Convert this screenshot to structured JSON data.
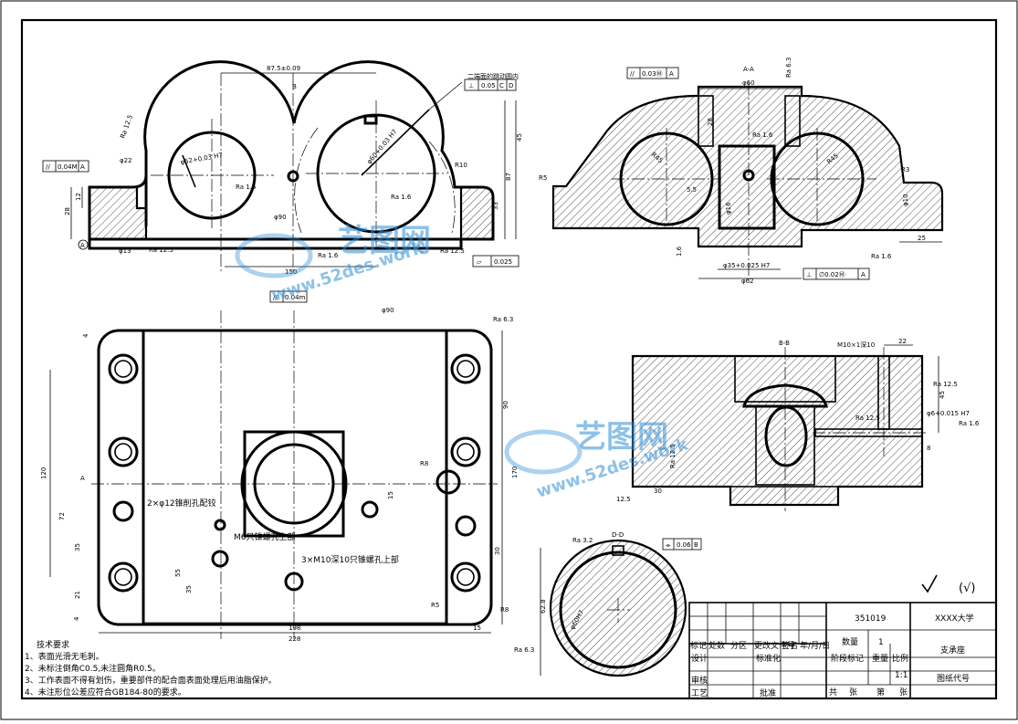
{
  "views": {
    "section_aa": "A-A",
    "section_bb": "B-B",
    "section_dd": "D-D"
  },
  "dimensions": {
    "front": [
      "87.5±0.09",
      "45",
      "87",
      "33",
      "28",
      "12",
      "φ22",
      "φ13",
      "R10",
      "φ90",
      "150",
      "0.025"
    ],
    "front_bores": [
      "φ52+0.03 H7",
      "φ60+0.03 H7"
    ],
    "aa": [
      "φ60",
      "28",
      "R45",
      "R45",
      "5.5",
      "φ16",
      "R3",
      "φ10",
      "25",
      "φ35+0.025 H7",
      "φ62",
      "1.6",
      "R5"
    ],
    "plan": [
      "228",
      "198",
      "170",
      "120",
      "90",
      "72",
      "55",
      "35",
      "35",
      "30",
      "21",
      "15",
      "15",
      "4",
      "4",
      "R8",
      "R5",
      "R8",
      "φ90"
    ],
    "bb": [
      "M10×1深10",
      "22",
      "45",
      "φ6+0.015 H7",
      "30",
      "12.5",
      "8"
    ],
    "dd": [
      "62.8",
      "φ60H7"
    ]
  },
  "roughness": [
    "Ra 6.3",
    "Ra 12.5",
    "Ra 1.6",
    "Ra 3.2"
  ],
  "tolerance_frames": {
    "front_top": [
      "⊥",
      "0.05",
      "C",
      "D"
    ],
    "front_left": [
      "//",
      "0.04M",
      "A"
    ],
    "front_flat": [
      "▱",
      "0.025"
    ],
    "aa_top": [
      "//",
      "0.03Ⓜ",
      "A"
    ],
    "aa_bottom": [
      "⊥",
      "∅0.02Ⓜ",
      "A"
    ],
    "plan": [
      "//",
      "0.04m"
    ],
    "dd": [
      "⌯",
      "0.06",
      "B"
    ]
  },
  "annotations": {
    "front_note": "二端面的跳动圆内",
    "plan_hole_1": "2×φ12锥削孔配铰",
    "plan_hole_2": "M6只锥螺孔上部",
    "plan_hole_3": "3×M10深10只锥螺孔上部",
    "datum_a": "A",
    "datum_b": "B"
  },
  "tech_requirements": {
    "title": "技术要求",
    "items": [
      "1、表面光滑无毛刺。",
      "2、未标注倒角C0.5,未注圆角R0.5。",
      "3、工作表面不得有划伤，重要部件的配合面表面处理后用油脂保护。",
      "4、未注形位公差应符合GB184-80的要求。"
    ]
  },
  "surface_mark": "(√)",
  "title_block": {
    "drawing_code": "351019",
    "school": "XXXX大学",
    "part_name": "支承座",
    "quantity_label": "数量",
    "quantity": "1",
    "stage_label": "阶段标记",
    "weight_label": "重量",
    "scale_label": "比例",
    "scale": "1:1",
    "drawing_no_label": "图纸代号",
    "total_label": "共",
    "sheet_label": "张",
    "page_label": "第",
    "row_labels": [
      "标记",
      "处数",
      "分区",
      "更改文件号",
      "签名",
      "年/月/日"
    ],
    "roles": [
      "设计",
      "标准化",
      "审核",
      "工艺",
      "批准"
    ]
  },
  "watermark": {
    "name": "艺图网",
    "url": "www.52des.work"
  }
}
